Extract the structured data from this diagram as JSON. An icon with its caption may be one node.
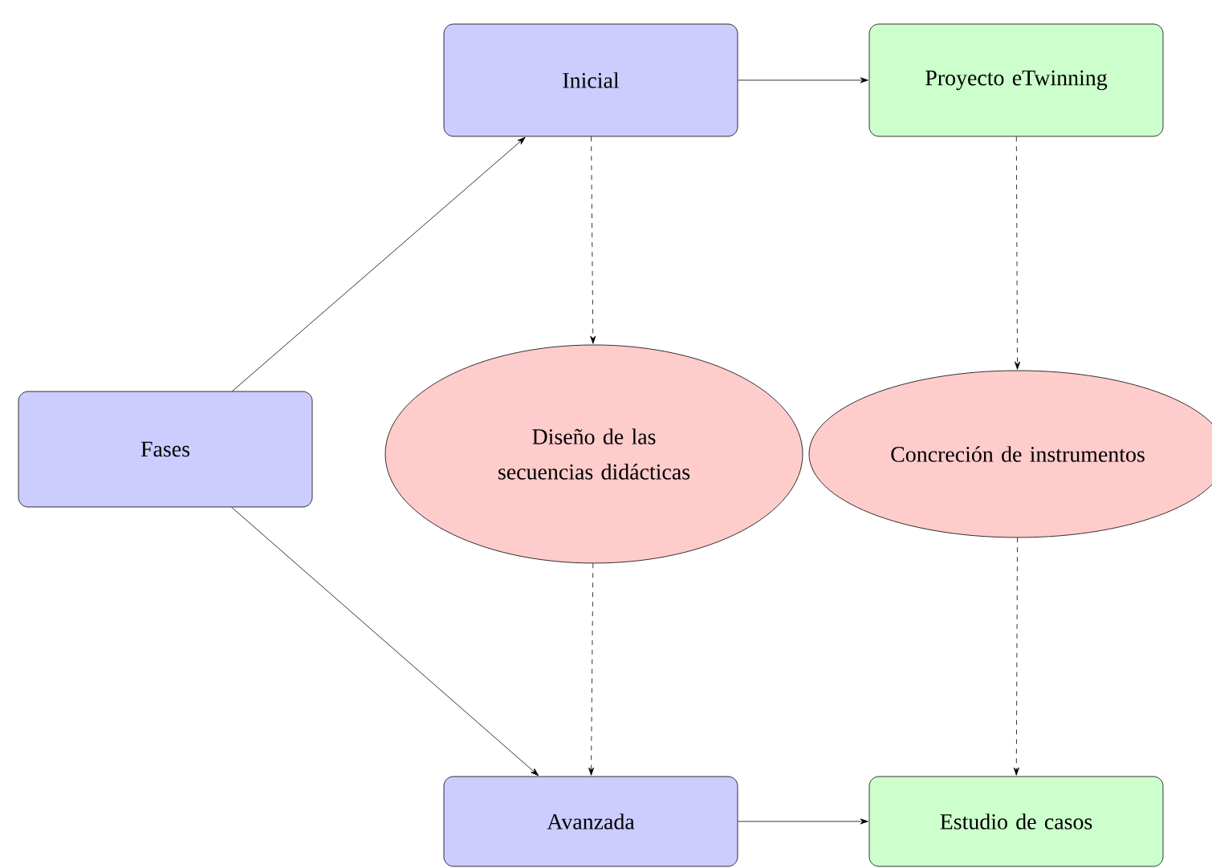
{
  "diagram": {
    "nodes": [
      {
        "text": [
          "Fases"
        ]
      },
      {
        "text": [
          "Inicial"
        ]
      },
      {
        "text": [
          "Proyecto eTwinning"
        ]
      },
      {
        "text": [
          "Diseño de las secuencias didácticas"
        ]
      },
      {
        "text": [
          "Concreción de instrumentos"
        ]
      },
      {
        "text": [
          "Avanzada"
        ]
      },
      {
        "text": [
          "Estudio de casos"
        ]
      }
    ],
    "edges": [
      {
        "from": 0,
        "to": 1,
        "arrow": "to"
      },
      {
        "from": 0,
        "to": 5,
        "arrow": "to"
      },
      {
        "from": 1,
        "to": 2,
        "arrow": "to"
      },
      {
        "from": 5,
        "to": 6,
        "arrow": "to"
      },
      {
        "from": 1,
        "to": 3,
        "arrow": "to",
        "style": "dashed"
      },
      {
        "from": 3,
        "to": 5,
        "arrow": "to",
        "style": "dashed"
      },
      {
        "from": 2,
        "to": 4,
        "arrow": "to",
        "style": "dashed"
      },
      {
        "from": 4,
        "to": 6,
        "arrow": "to",
        "style": "dashed"
      }
    ]
  }
}
